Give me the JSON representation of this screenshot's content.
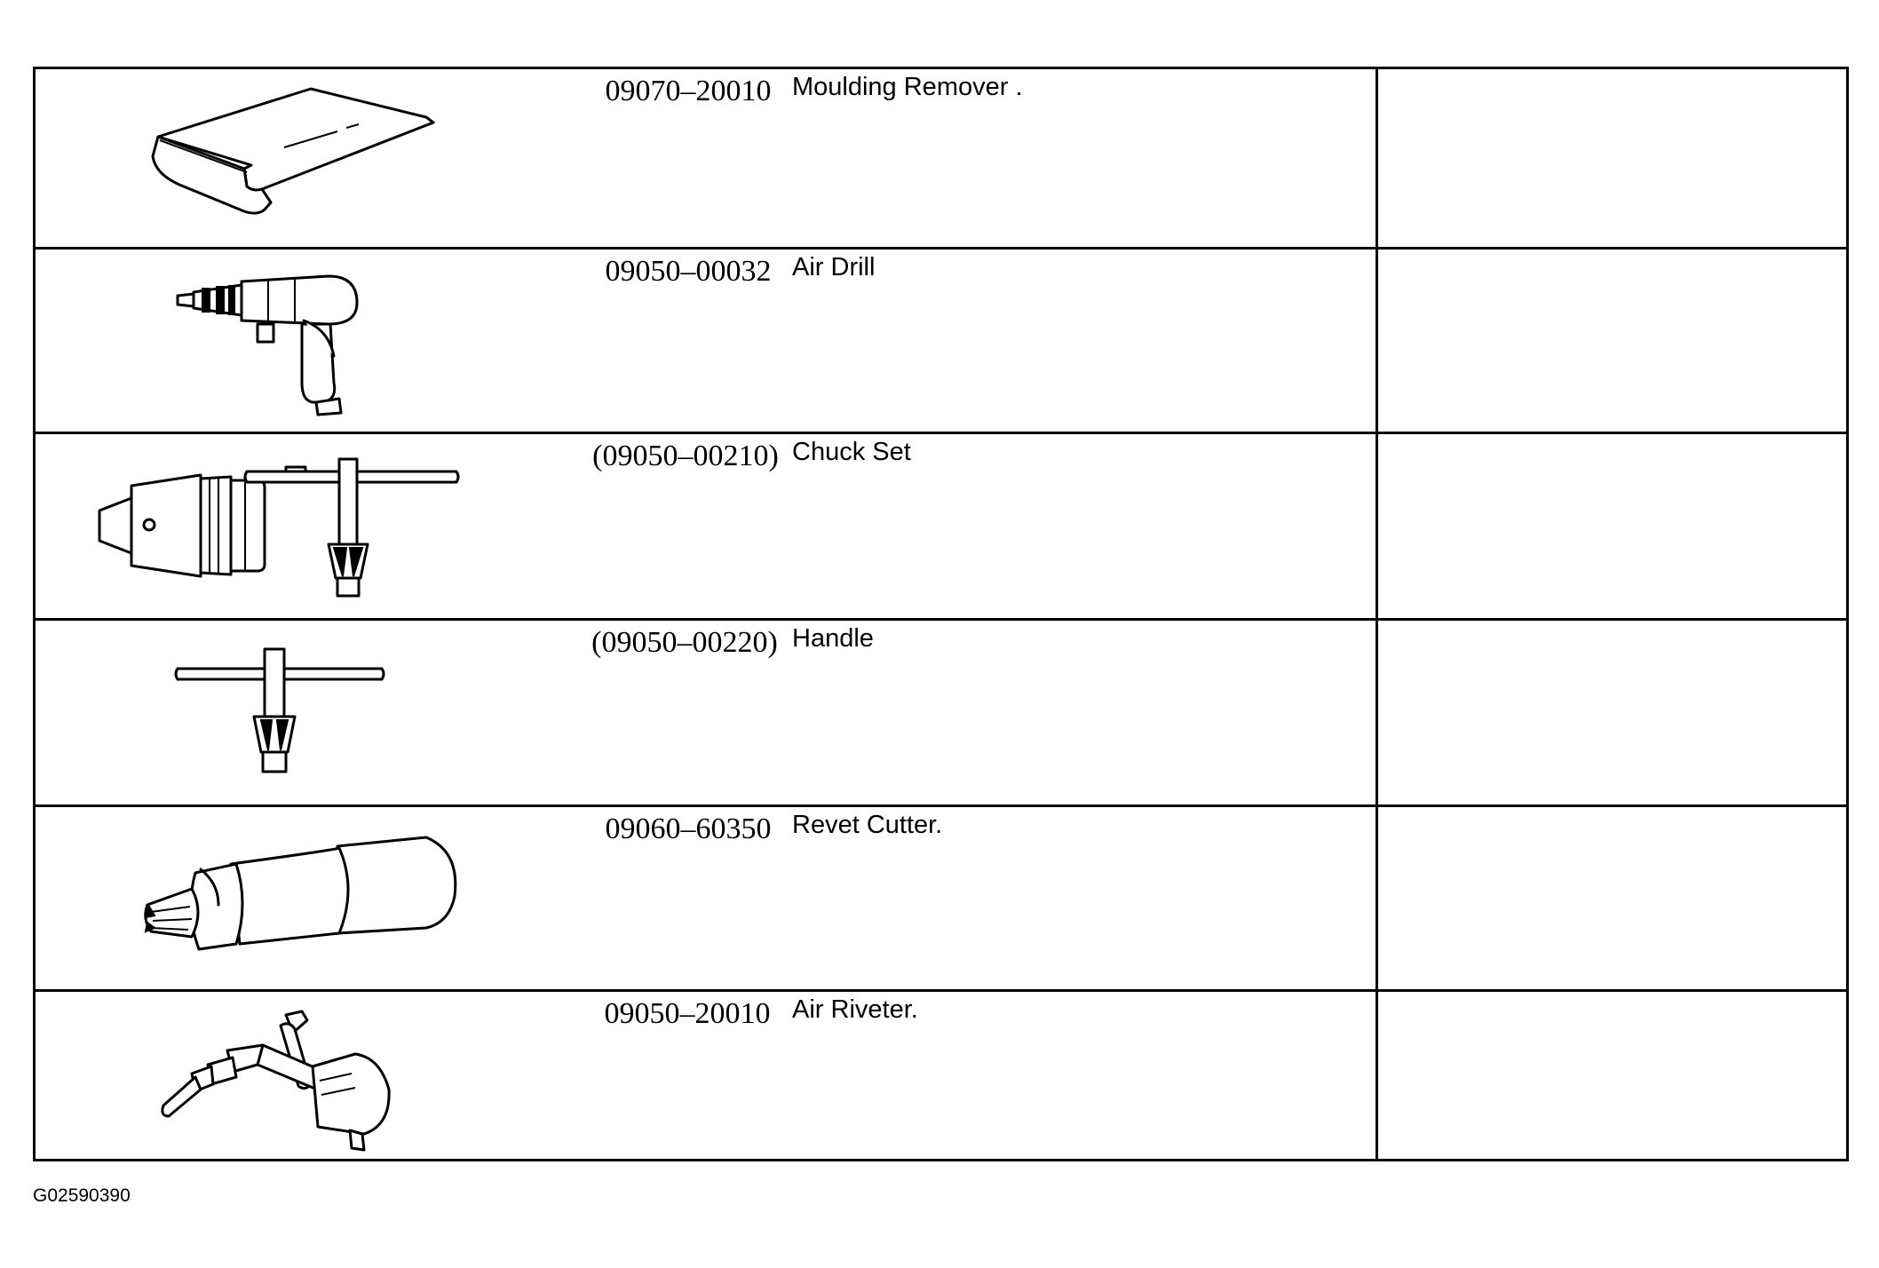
{
  "tools": [
    {
      "part_number": "09070–20010",
      "description": "Moulding Remover .",
      "icon": "moulding-remover-icon"
    },
    {
      "part_number": "09050–00032",
      "description": "Air Drill",
      "icon": "air-drill-icon"
    },
    {
      "part_number": "(09050–00210)",
      "description": "Chuck Set",
      "icon": "chuck-set-icon"
    },
    {
      "part_number": "(09050–00220)",
      "description": "Handle",
      "icon": "chuck-handle-icon"
    },
    {
      "part_number": "09060–60350",
      "description": "Revet Cutter.",
      "icon": "rivet-cutter-icon"
    },
    {
      "part_number": "09050–20010",
      "description": "Air Riveter.",
      "icon": "air-riveter-icon"
    }
  ],
  "figure_id": "G02590390"
}
